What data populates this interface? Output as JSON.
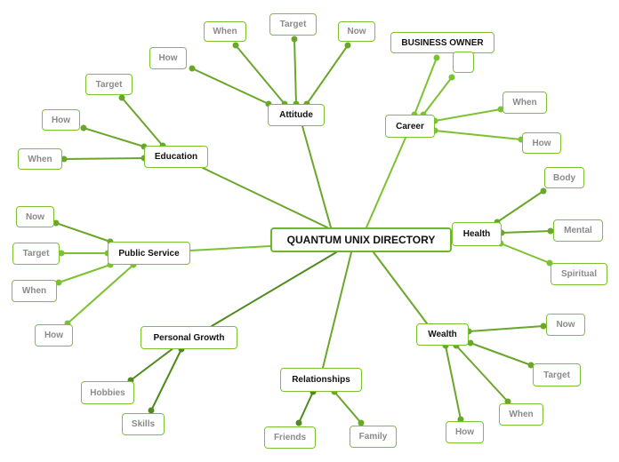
{
  "root": {
    "label": "QUANTUM UNIX DIRECTORY"
  },
  "branches": {
    "attitude": {
      "label": "Attitude",
      "children": [
        "When",
        "Target",
        "Now",
        "How"
      ]
    },
    "career": {
      "label": "Career",
      "children": [
        "BUSINESS OWNER",
        "",
        "When",
        "How"
      ]
    },
    "education": {
      "label": "Education",
      "children": [
        "Target",
        "How",
        "When"
      ]
    },
    "health": {
      "label": "Health",
      "children": [
        "Body",
        "Mental",
        "Spiritual"
      ]
    },
    "public_service": {
      "label": "Public Service",
      "children": [
        "Now",
        "Target",
        "When",
        "How"
      ]
    },
    "wealth": {
      "label": "Wealth",
      "children": [
        "Now",
        "Target",
        "When",
        "How"
      ]
    },
    "personal_growth": {
      "label": "Personal Growth",
      "children": [
        "Hobbies",
        "Skills"
      ]
    },
    "relationships": {
      "label": "Relationships",
      "children": [
        "Friends",
        "Family"
      ]
    }
  },
  "colors": {
    "edge_light": "#7cc230",
    "edge_mid": "#6aa62a",
    "edge_dark": "#4f8a1c",
    "node_border": "#7cc230",
    "main_text": "#111111",
    "leaf_text": "#8a8a8a"
  }
}
